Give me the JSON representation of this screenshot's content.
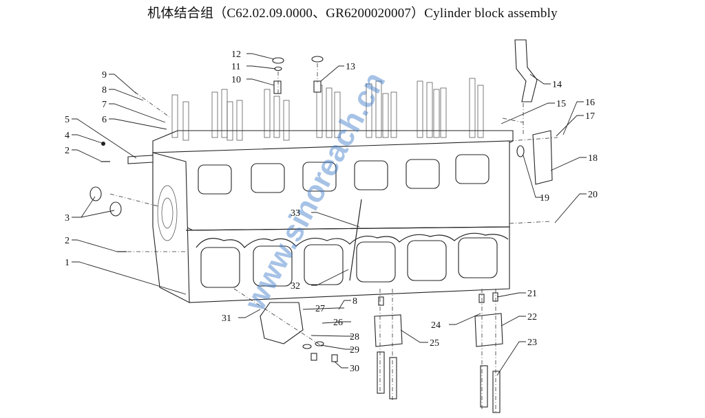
{
  "title": "机体结合组（C62.02.09.0000、GR6200020007）Cylinder block assembly",
  "watermark": "www.sinoreach.cn",
  "callouts": [
    "1",
    "2",
    "2",
    "3",
    "4",
    "5",
    "6",
    "7",
    "8",
    "9",
    "10",
    "11",
    "12",
    "13",
    "14",
    "15",
    "16",
    "17",
    "18",
    "19",
    "20",
    "21",
    "22",
    "23",
    "24",
    "25",
    "26",
    "27",
    "28",
    "29",
    "30",
    "31",
    "32",
    "33",
    "8"
  ]
}
